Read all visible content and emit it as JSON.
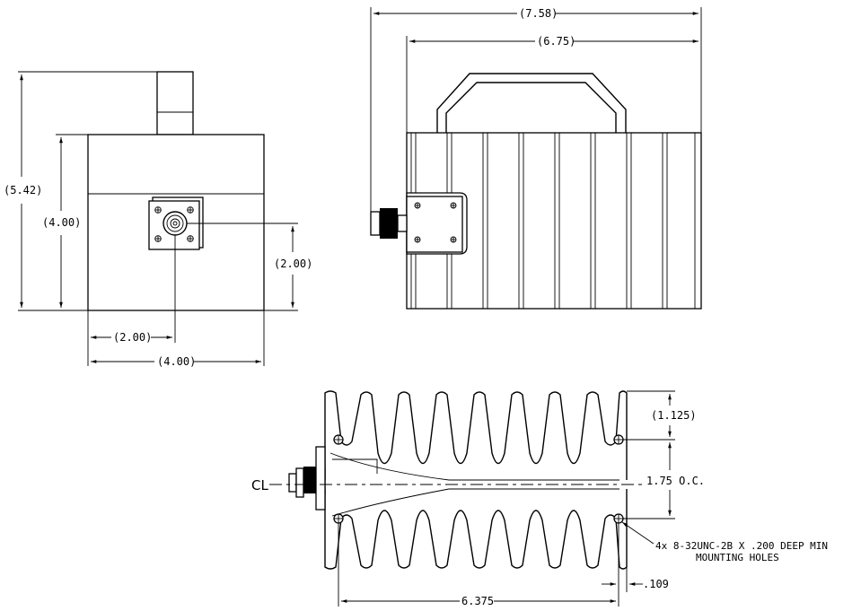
{
  "front_view": {
    "height_overall": "(5.42)",
    "height_body": "(4.00)",
    "connector_height": "(2.00)",
    "connector_offset": "(2.00)",
    "width_body": "(4.00)"
  },
  "side_view": {
    "length_overall": "(7.58)",
    "length_body": "(6.75)"
  },
  "bottom_view": {
    "centerline_symbol": "CL",
    "fin_pitch": "(1.125)",
    "hole_spacing": "1.75 O.C.",
    "hole_note_line1": "4x 8-32UNC-2B X .200 DEEP MIN",
    "hole_note_line2": "MOUNTING HOLES",
    "hole_span": "6.375",
    "edge_offset": ".109"
  }
}
